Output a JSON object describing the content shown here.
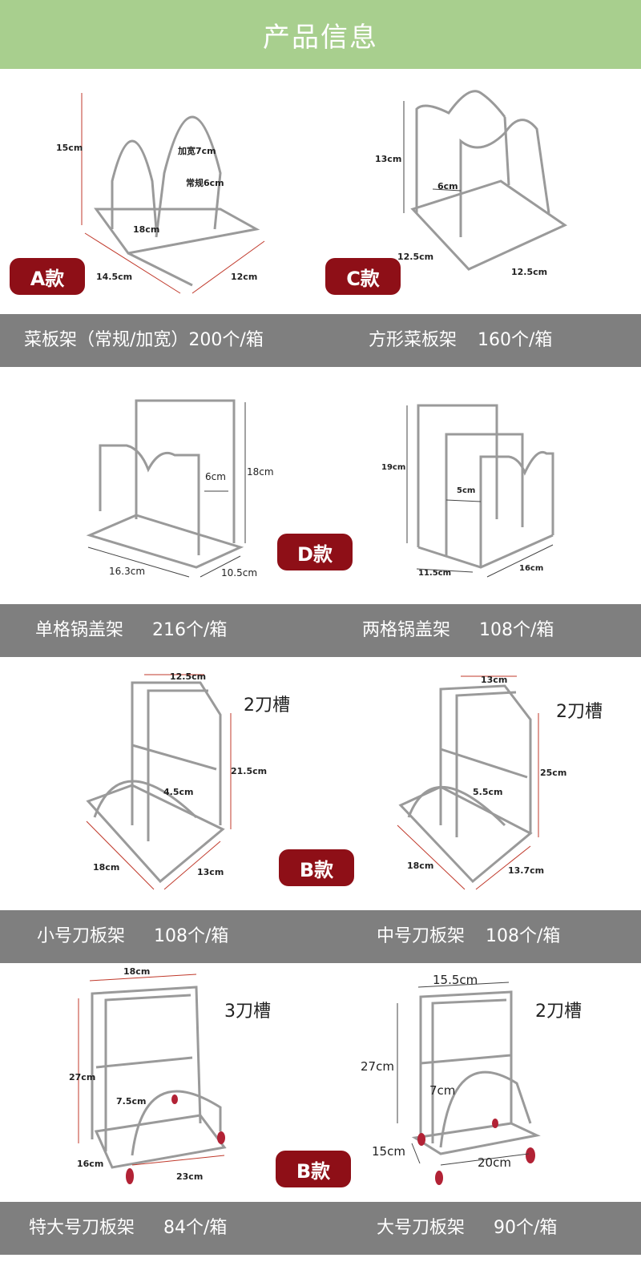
{
  "header": {
    "title": "产品信息"
  },
  "sections": [
    {
      "left": {
        "badge": "A款",
        "dims": [
          "15cm",
          "加宽7cm",
          "常规6cm",
          "18cm",
          "14.5cm",
          "12cm"
        ],
        "caption": "菜板架（常规/加宽）200个/箱"
      },
      "right": {
        "badge": "C款",
        "dims": [
          "13cm",
          "6cm",
          "12.5cm",
          "12.5cm"
        ],
        "caption": "方形菜板架",
        "qty": "160个/箱"
      }
    },
    {
      "left": {
        "dims": [
          "6cm",
          "18cm",
          "16.3cm",
          "10.5cm"
        ],
        "caption": "单格锅盖架",
        "qty": "216个/箱"
      },
      "center_badge": "D款",
      "right": {
        "dims": [
          "19cm",
          "5cm",
          "11.5cm",
          "16cm"
        ],
        "caption": "两格锅盖架",
        "qty": "108个/箱"
      }
    },
    {
      "left": {
        "slots": "2刀槽",
        "dims": [
          "12.5cm",
          "21.5cm",
          "4.5cm",
          "18cm",
          "13cm"
        ],
        "caption": "小号刀板架",
        "qty": "108个/箱"
      },
      "center_badge": "B款",
      "right": {
        "slots": "2刀槽",
        "dims": [
          "13cm",
          "25cm",
          "5.5cm",
          "18cm",
          "13.7cm"
        ],
        "caption": "中号刀板架",
        "qty": "108个/箱"
      }
    },
    {
      "left": {
        "slots": "3刀槽",
        "dims": [
          "18cm",
          "27cm",
          "7.5cm",
          "16cm",
          "23cm"
        ],
        "caption": "特大号刀板架",
        "qty": "84个/箱"
      },
      "center_badge": "B款",
      "right": {
        "slots": "2刀槽",
        "dims": [
          "15.5cm",
          "27cm",
          "7cm",
          "15cm",
          "20cm"
        ],
        "caption": "大号刀板架",
        "qty": "90个/箱"
      }
    }
  ],
  "colors": {
    "header_bg": "#a8cf8e",
    "band_bg": "#7f7f7f",
    "badge_bg": "#8e0f17",
    "dimension_line": "#c0392b",
    "rack_wire": "#9a9a9a"
  }
}
